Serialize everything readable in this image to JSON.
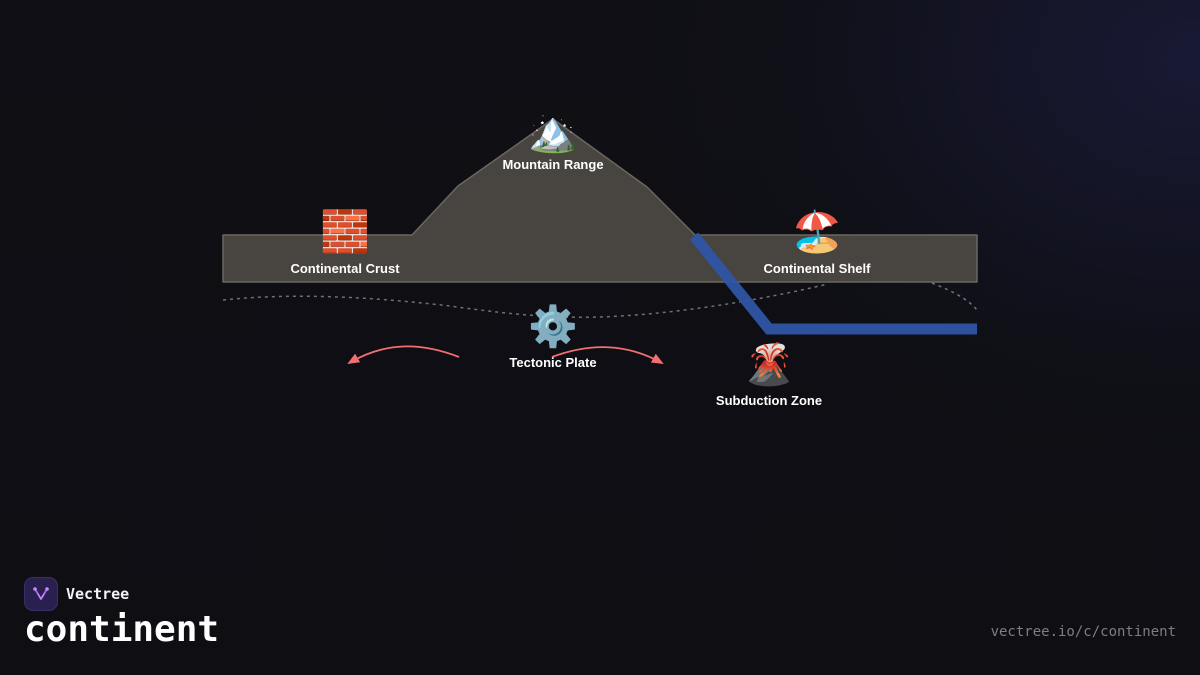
{
  "brand": {
    "name": "Vectree",
    "logo_icon": "vectree-logo-icon",
    "logo_color": "#a86bf0"
  },
  "title": "continent",
  "url": "vectree.io/c/continent",
  "colors": {
    "crust_fill": "#48443f",
    "crust_stroke": "#6a6660",
    "subduction_slab": "#2f55a4",
    "motion_arrows": "#f07070",
    "plate_boundary": "#8a8a8a"
  },
  "diagram": {
    "nodes": [
      {
        "id": "mountain",
        "label": "Mountain Range",
        "icon": "mountain-icon",
        "emoji": "🏔️"
      },
      {
        "id": "crust",
        "label": "Continental Crust",
        "icon": "brick-icon",
        "emoji": "🧱"
      },
      {
        "id": "shelf",
        "label": "Continental Shelf",
        "icon": "beach-umbrella-icon",
        "emoji": "🏖️"
      },
      {
        "id": "plate",
        "label": "Tectonic Plate",
        "icon": "gear-icon",
        "emoji": "⚙️"
      },
      {
        "id": "subduction",
        "label": "Subduction Zone",
        "icon": "volcano-icon",
        "emoji": "🌋"
      }
    ]
  }
}
